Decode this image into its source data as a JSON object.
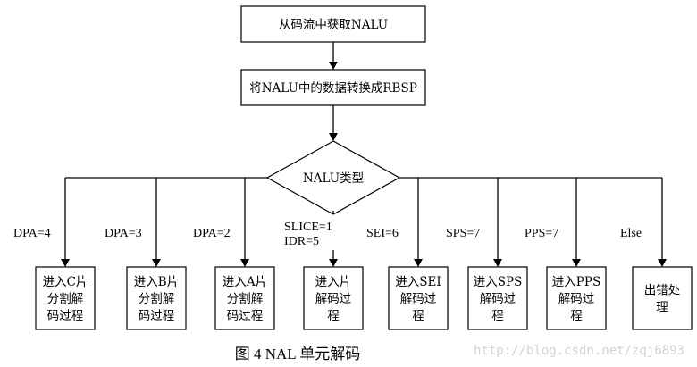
{
  "diagram": {
    "top_boxes": [
      "从码流中获取NALU",
      "将NALU中的数据转换成RBSP"
    ],
    "decision": "NALU类型",
    "branches": [
      {
        "label": [
          "DPA=4"
        ],
        "box": [
          "进入C片",
          "分割解",
          "码过程"
        ]
      },
      {
        "label": [
          "DPA=3"
        ],
        "box": [
          "进入B片",
          "分割解",
          "码过程"
        ]
      },
      {
        "label": [
          "DPA=2"
        ],
        "box": [
          "进入A片",
          "分割解",
          "码过程"
        ]
      },
      {
        "label": [
          "SLICE=1",
          "IDR=5"
        ],
        "box": [
          "进入片",
          "解码过",
          "程"
        ]
      },
      {
        "label": [
          "SEI=6"
        ],
        "box": [
          "进入SEI",
          "解码过",
          "程"
        ]
      },
      {
        "label": [
          "SPS=7"
        ],
        "box": [
          "进入SPS",
          "解码过",
          "程"
        ]
      },
      {
        "label": [
          "PPS=7"
        ],
        "box": [
          "进入PPS",
          "解码过",
          "程"
        ]
      },
      {
        "label": [
          "Else"
        ],
        "box": [
          "出错处",
          "理"
        ]
      }
    ]
  },
  "caption": "图 4 NAL 单元解码",
  "watermark": "http://blog.csdn.net/zqj6893"
}
